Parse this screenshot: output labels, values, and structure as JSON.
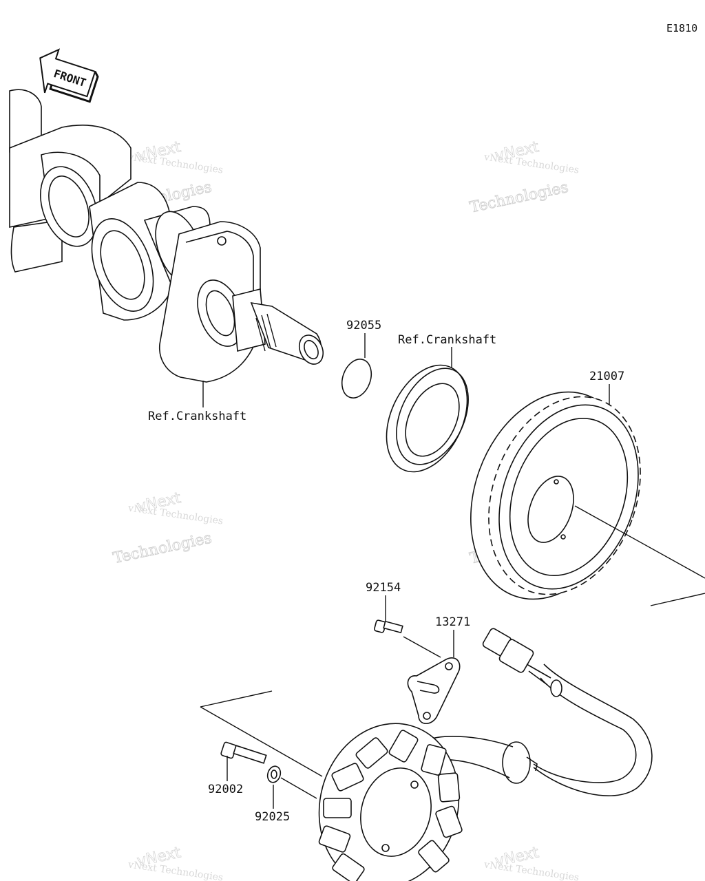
{
  "diagram_code": "E1810",
  "direction_arrow": {
    "label": "FRONT",
    "icon": "front-arrow-icon"
  },
  "callouts": {
    "oring": "92055",
    "crank_ref_top": "Ref.Crankshaft",
    "crank_ref_bottom": "Ref.Crankshaft",
    "rotor": "21007",
    "bolt_small": "92154",
    "plate": "13271",
    "bolt_long": "92002",
    "washer": "92025"
  },
  "watermark": {
    "line1": "vNext Technologies",
    "line2": "Technologies",
    "line0": "vNext"
  }
}
